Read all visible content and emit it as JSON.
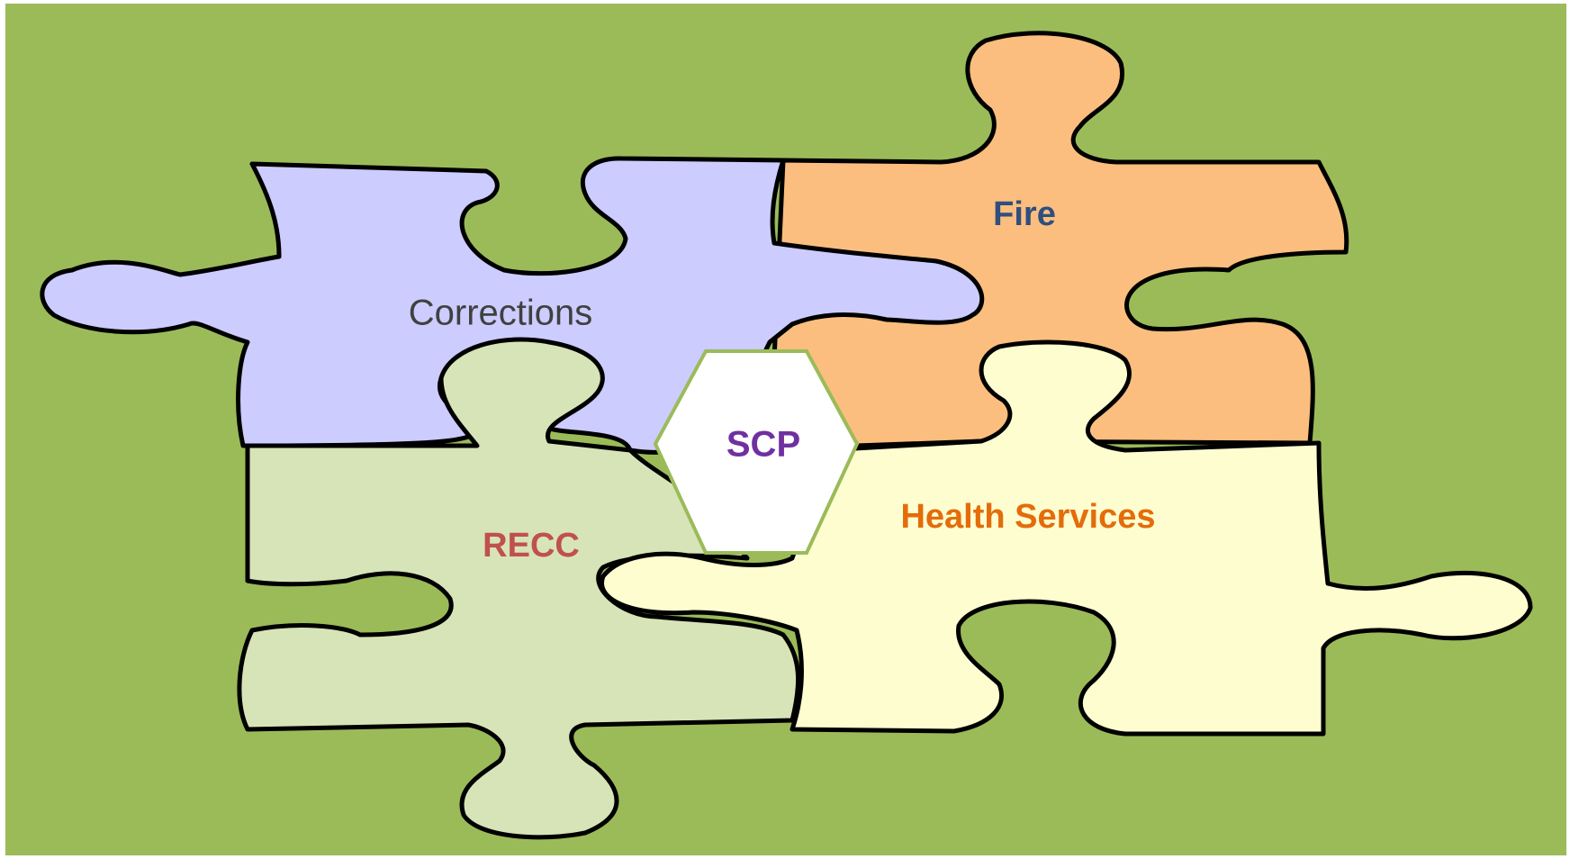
{
  "diagram": {
    "background_color": "#9bbb59",
    "pieces": [
      {
        "id": "corrections",
        "label": "Corrections",
        "fill": "#ccccff",
        "text_color": "#404040",
        "bold": false
      },
      {
        "id": "fire",
        "label": "Fire",
        "fill": "#fbbe7e",
        "text_color": "#2f4f7f",
        "bold": true
      },
      {
        "id": "recc",
        "label": "RECC",
        "fill": "#d7e4b8",
        "text_color": "#c0504d",
        "bold": true
      },
      {
        "id": "health-services",
        "label": "Health Services",
        "fill": "#fdfdd0",
        "text_color": "#e46c0a",
        "bold": true
      }
    ],
    "center": {
      "label": "SCP",
      "fill": "#ffffff",
      "border_color": "#9bbb59",
      "text_color": "#7030a0"
    }
  }
}
